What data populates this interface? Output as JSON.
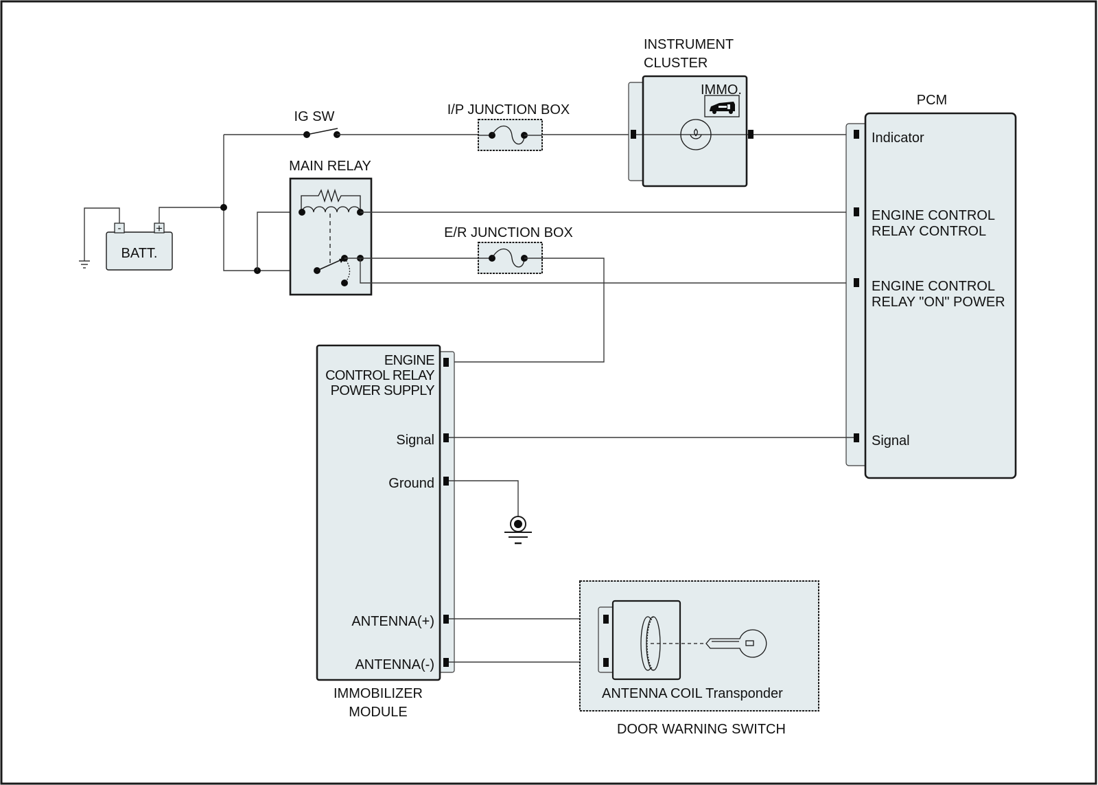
{
  "diagram": {
    "type": "wiring-schematic",
    "title": "Immobilizer System Circuit"
  },
  "components": {
    "battery": {
      "label": "BATT.",
      "negative_symbol": "-",
      "positive_symbol": "+"
    },
    "ig_switch": {
      "label": "IG SW"
    },
    "main_relay": {
      "label": "MAIN RELAY"
    },
    "ip_junction_box": {
      "label": "I/P JUNCTION BOX"
    },
    "er_junction_box": {
      "label": "E/R JUNCTION BOX"
    },
    "instrument_cluster": {
      "label_line1": "INSTRUMENT",
      "label_line2": "CLUSTER",
      "indicator_label": "IMMO."
    },
    "pcm": {
      "label": "PCM",
      "pins": [
        {
          "lines": [
            "Indicator"
          ]
        },
        {
          "lines": [
            "ENGINE CONTROL",
            "RELAY CONTROL"
          ]
        },
        {
          "lines": [
            "ENGINE CONTROL",
            "RELAY \"ON\" POWER"
          ]
        },
        {
          "lines": [
            "Signal"
          ]
        }
      ]
    },
    "immobilizer_module": {
      "label_line1": "IMMOBILIZER",
      "label_line2": "MODULE",
      "pins": [
        {
          "lines": [
            "ENGINE",
            "CONTROL RELAY",
            "POWER SUPPLY"
          ]
        },
        {
          "lines": [
            "Signal"
          ]
        },
        {
          "lines": [
            "Ground"
          ]
        },
        {
          "lines": [
            "ANTENNA(+)"
          ]
        },
        {
          "lines": [
            "ANTENNA(-)"
          ]
        }
      ]
    },
    "door_warning_switch": {
      "label": "DOOR WARNING SWITCH",
      "inner_label": "ANTENNA COIL Transponder"
    }
  },
  "icons": {
    "ground": "ground-icon",
    "chassis_ground": "chassis-ground-icon",
    "fuse": "fuse-icon",
    "bulb": "bulb-icon",
    "immobilizer_car": "car-key-icon",
    "antenna_coil": "coil-icon",
    "key": "key-icon"
  }
}
